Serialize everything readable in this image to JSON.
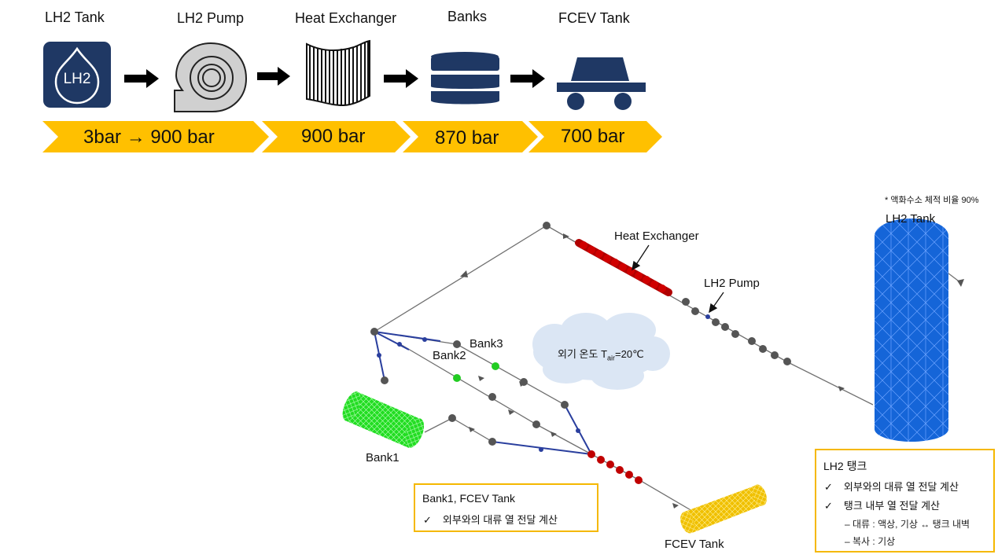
{
  "process": {
    "stages": [
      {
        "label": "LH2 Tank",
        "icon": "lh2-tank-icon",
        "icon_text": "LH2"
      },
      {
        "label": "LH2 Pump",
        "icon": "pump-icon"
      },
      {
        "label": "Heat Exchanger",
        "icon": "heat-exchanger-icon"
      },
      {
        "label": "Banks",
        "icon": "database-banks-icon"
      },
      {
        "label": "FCEV Tank",
        "icon": "vehicle-icon"
      }
    ],
    "pressures": [
      "3bar → 900 bar",
      "900 bar",
      "870 bar",
      "700 bar"
    ]
  },
  "model": {
    "footnote": "* 액화수소 체적 비율 90%",
    "labels": {
      "lh2_tank": "LH2 Tank",
      "heat_exchanger": "Heat Exchanger",
      "lh2_pump": "LH2 Pump",
      "bank1": "Bank1",
      "bank2": "Bank2",
      "bank3": "Bank3",
      "fcev_tank": "FCEV Tank"
    },
    "cloud": {
      "text_main": "외기 온도 T",
      "sub": "air",
      "text_tail": "=20℃"
    }
  },
  "notes": {
    "bank_fcev": {
      "title": "Bank1, FCEV Tank",
      "items": [
        "외부와의 대류 열 전달 계산"
      ]
    },
    "lh2": {
      "title": "LH2 탱크",
      "items": [
        "외부와의 대류 열 전달 계산",
        "탱크 내부 열 전달 계산"
      ],
      "sub_items": [
        "– 대류 : 액상, 기상 ↔ 탱크 내벽",
        "– 복사 : 기상"
      ]
    }
  },
  "colors": {
    "icon_navy": "#1f3864",
    "chevron": "#ffc000",
    "box_border": "#f5b800",
    "tank_blue": "#1565d8",
    "bank_green": "#22dd22",
    "fcev_yellow": "#f0c000",
    "hx_red": "#c00000",
    "node_gray": "#555555",
    "pipe_gray": "#707070",
    "pipe_blue": "#2a3f9e"
  }
}
